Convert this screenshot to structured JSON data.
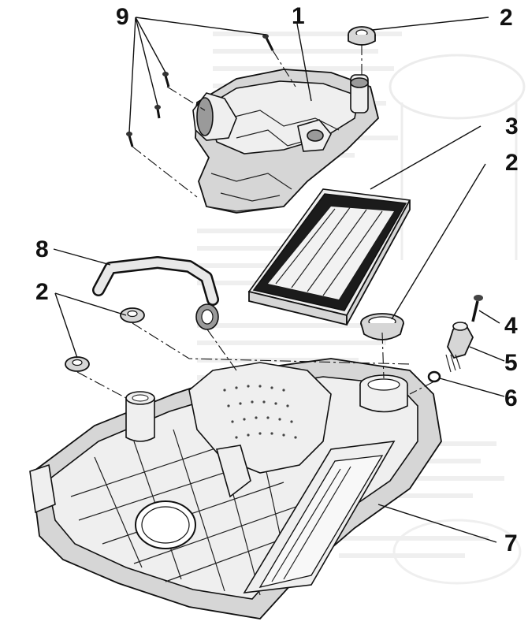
{
  "diagram": {
    "callouts": {
      "c1": "1",
      "c2a": "2",
      "c2b": "2",
      "c2c": "2",
      "c3": "3",
      "c4": "4",
      "c5": "5",
      "c6": "6",
      "c7": "7",
      "c8": "8",
      "c9": "9"
    },
    "colors": {
      "ink": "#111111",
      "part_fill": "#d6d6d6",
      "background": "#ffffff"
    }
  }
}
